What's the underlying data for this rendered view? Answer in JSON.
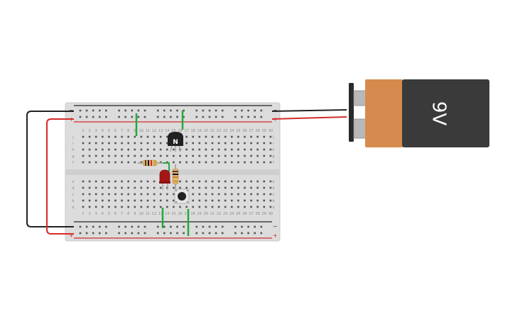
{
  "breadboard": {
    "columns": 30,
    "top_rows": [
      "j",
      "i",
      "h",
      "g",
      "f"
    ],
    "bottom_rows": [
      "e",
      "d",
      "c",
      "b",
      "a"
    ],
    "rail_plus": "+",
    "rail_minus": "−"
  },
  "battery": {
    "label": "9V"
  },
  "transistor": {
    "label": "N"
  },
  "colors": {
    "board": "#dcdcdc",
    "rail_red": "#d42a2a",
    "rail_black": "#222222",
    "wire_red": "#d42a2a",
    "wire_black": "#222222",
    "wire_green": "#22aa3a",
    "battery_body": "#3a3a3a",
    "battery_label": "#d68b4e"
  }
}
